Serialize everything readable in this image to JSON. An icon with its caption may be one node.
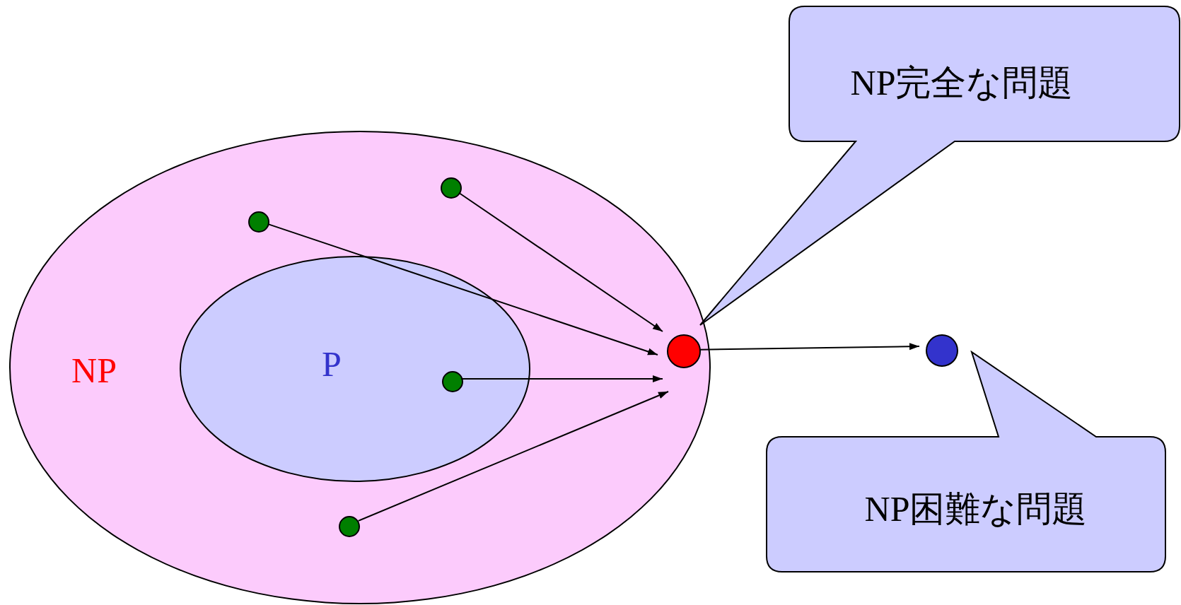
{
  "diagram": {
    "nodes": [
      {
        "text": [
          "NP"
        ]
      },
      {
        "text": [
          "P"
        ],
        "in": 0
      },
      {
        "text": [],
        "shape": "circle",
        "in": 0
      },
      {
        "text": [],
        "shape": "circle",
        "in": 0
      },
      {
        "text": [],
        "shape": "circle",
        "in": 1
      },
      {
        "text": [],
        "shape": "circle",
        "in": 0
      },
      {
        "text": [],
        "shape": "circle",
        "in": 0
      },
      {
        "text": [],
        "shape": "circle"
      },
      {
        "text": [
          "NP完全な問題"
        ]
      },
      {
        "text": [
          "NP困難な問題"
        ]
      }
    ],
    "edges": [
      {
        "from": 2,
        "to": 6,
        "arrow": "to"
      },
      {
        "from": 3,
        "to": 6,
        "arrow": "to"
      },
      {
        "from": 4,
        "to": 6,
        "arrow": "to"
      },
      {
        "from": 5,
        "to": 6,
        "arrow": "to"
      },
      {
        "from": 6,
        "to": 7,
        "arrow": "to"
      }
    ]
  }
}
